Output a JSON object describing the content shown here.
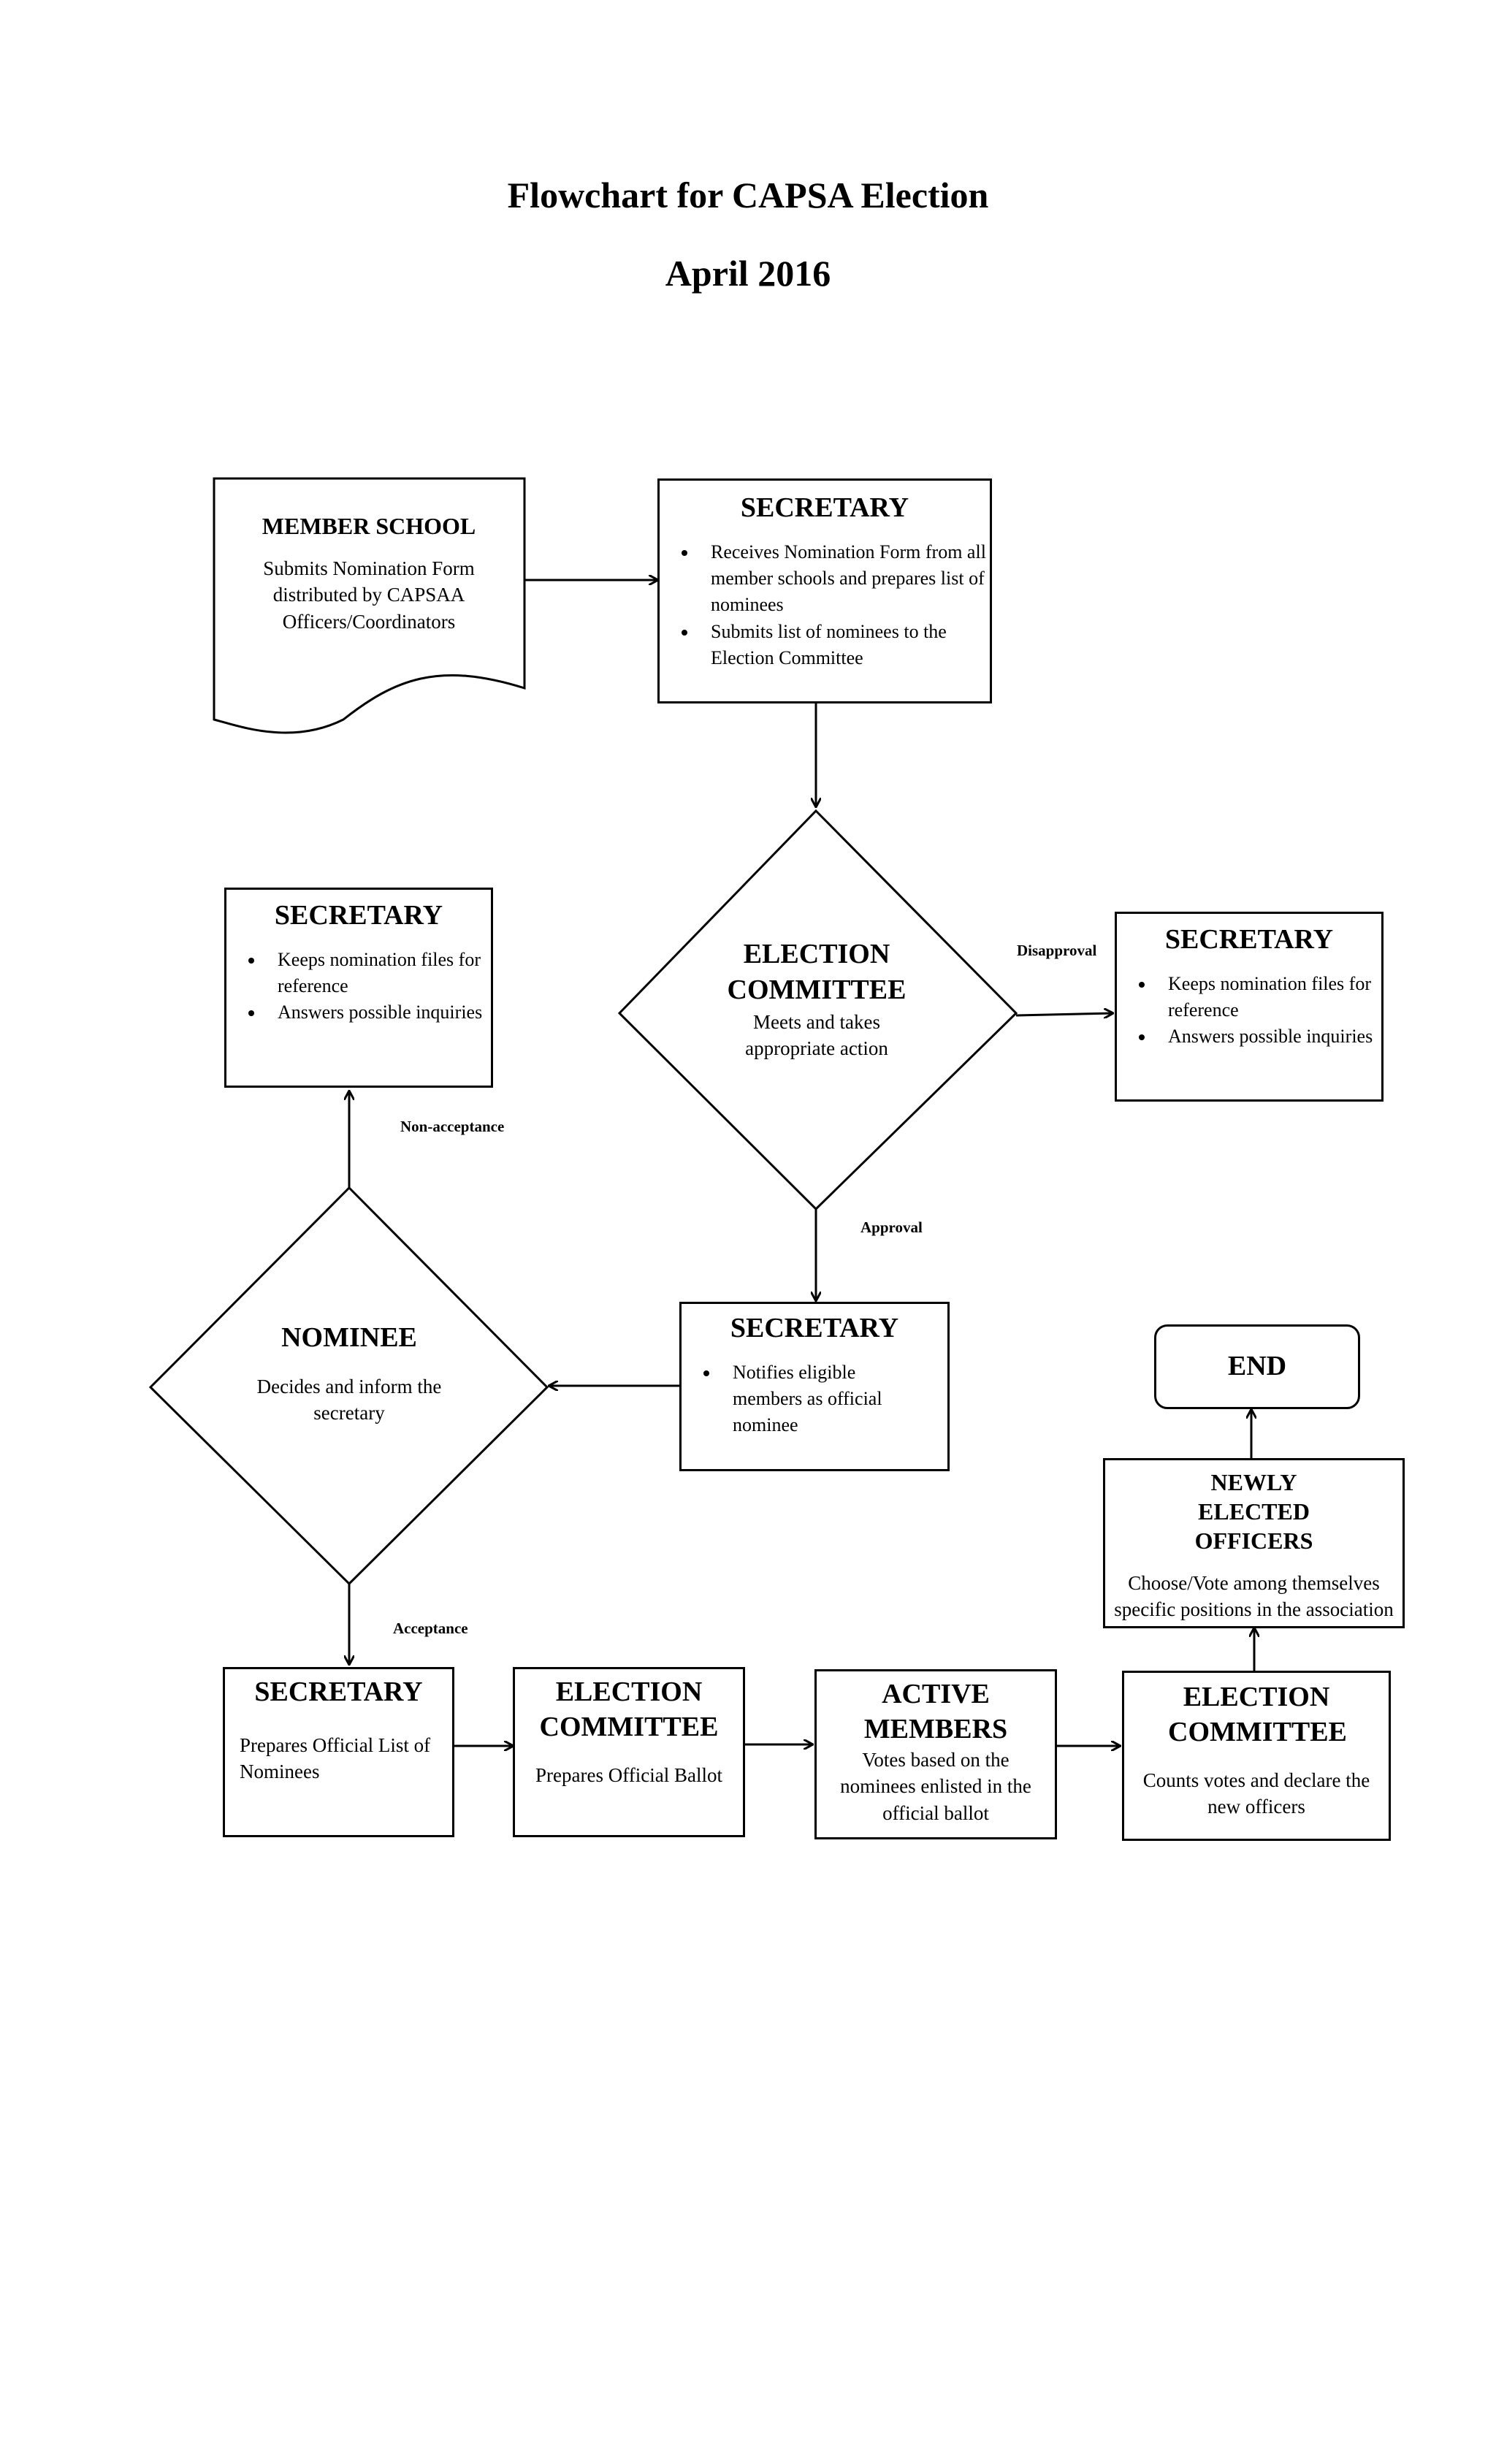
{
  "title": "Flowchart for CAPSA Election",
  "subtitle": "April  2016",
  "nodes": {
    "member_school": {
      "heading": "MEMBER  SCHOOL",
      "text": "Submits Nomination Form distributed by CAPSAA Officers/Coordinators"
    },
    "secretary_receive": {
      "heading": "SECRETARY",
      "bullets": [
        "Receives Nomination Form from all member schools and prepares list of nominees",
        "Submits list of nominees to the Election Committee"
      ]
    },
    "election_committee_review": {
      "heading": "ELECTION COMMITTEE",
      "text": "Meets and takes appropriate action"
    },
    "secretary_disapproval": {
      "heading": "SECRETARY",
      "bullets": [
        "Keeps nomination files for reference",
        "Answers possible inquiries"
      ]
    },
    "secretary_nonacceptance": {
      "heading": "SECRETARY",
      "bullets": [
        "Keeps nomination files for reference",
        "Answers possible inquiries"
      ]
    },
    "secretary_notify": {
      "heading": "SECRETARY",
      "bullets": [
        "Notifies eligible members as official nominee"
      ]
    },
    "nominee": {
      "heading": "NOMINEE",
      "text": "Decides and inform the secretary"
    },
    "secretary_list": {
      "heading": "SECRETARY",
      "text": "Prepares Official List of Nominees"
    },
    "election_committee_ballot": {
      "heading": "ELECTION COMMITTEE",
      "text": "Prepares Official Ballot"
    },
    "active_members": {
      "heading": "ACTIVE MEMBERS",
      "text": "Votes based on the nominees enlisted in the official ballot"
    },
    "election_committee_count": {
      "heading": "ELECTION COMMITTEE",
      "text": "Counts votes and declare the new officers"
    },
    "newly_elected": {
      "heading": "NEWLY  ELECTED OFFICERS",
      "text": "Choose/Vote among themselves specific positions in the association"
    },
    "end": {
      "label": "END"
    }
  },
  "edge_labels": {
    "disapproval": "Disapproval",
    "approval": "Approval",
    "non_acceptance": "Non-acceptance",
    "acceptance": "Acceptance"
  }
}
